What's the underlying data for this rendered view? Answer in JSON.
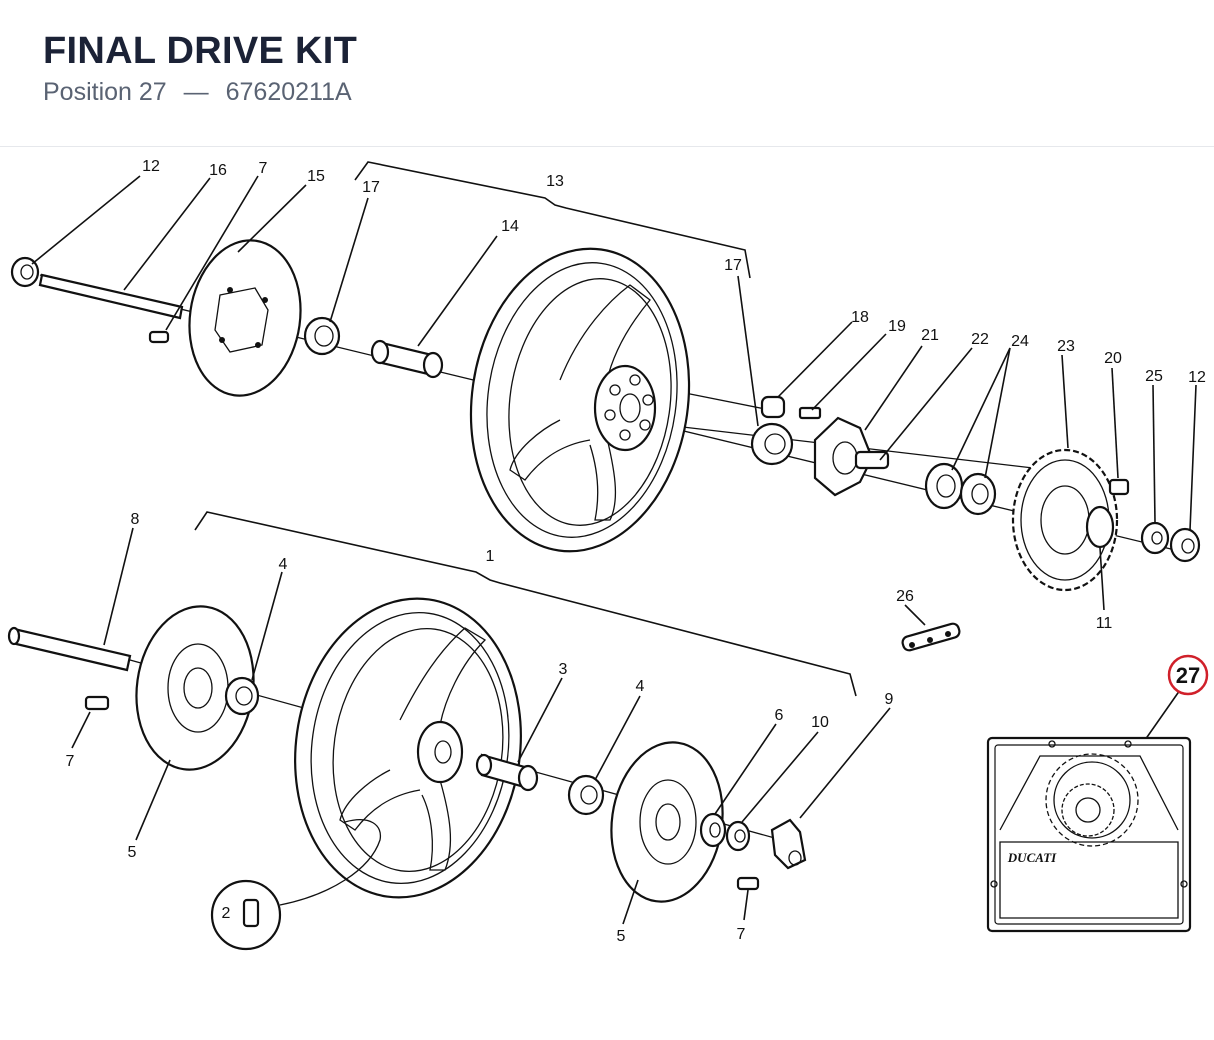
{
  "header": {
    "title": "FINAL DRIVE KIT",
    "position_label": "Position 27",
    "separator": "—",
    "part_number": "67620211A"
  },
  "callout": {
    "number": "27",
    "color": "#d0202a"
  },
  "inset": {
    "brand_text": "DUCATI"
  },
  "labels": {
    "l12a": "12",
    "l16": "16",
    "l7a": "7",
    "l15": "15",
    "l17a": "17",
    "l13": "13",
    "l14": "14",
    "l17b": "17",
    "l18": "18",
    "l19": "19",
    "l21": "21",
    "l22": "22",
    "l24": "24",
    "l23": "23",
    "l20": "20",
    "l25": "25",
    "l12b": "12",
    "l11": "11",
    "l26": "26",
    "l8": "8",
    "l1": "1",
    "l4a": "4",
    "l7b": "7",
    "l5a": "5",
    "l3": "3",
    "l4b": "4",
    "l6": "6",
    "l10": "10",
    "l9": "9",
    "l5b": "5",
    "l7c": "7",
    "l2": "2"
  }
}
